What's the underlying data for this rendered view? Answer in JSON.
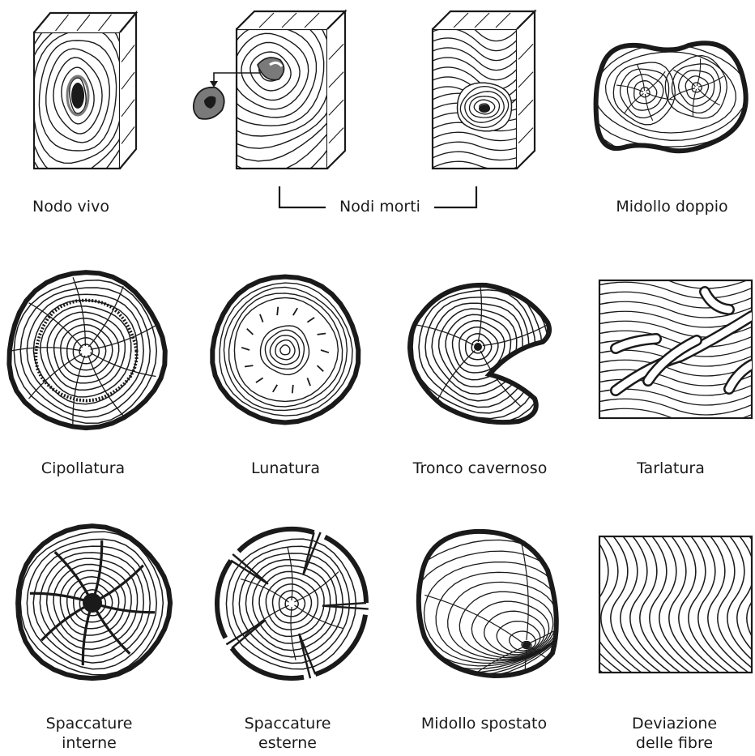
{
  "figure": {
    "labels": {
      "nodo_vivo": "Nodo vivo",
      "nodi_morti": "Nodi morti",
      "midollo_doppio": "Midollo doppio",
      "cipollatura": "Cipollatura",
      "lunatura": "Lunatura",
      "tronco_cavernoso": "Tronco cavernoso",
      "tarlatura": "Tarlatura",
      "spaccature_interne_1": "Spaccature",
      "spaccature_interne_2": "interne",
      "spaccature_esterne_1": "Spaccature",
      "spaccature_esterne_2": "esterne",
      "midollo_spostato": "Midollo spostato",
      "deviazione_1": "Deviazione",
      "deviazione_2": "delle fibre"
    },
    "colors": {
      "ink": "#1a1a1a",
      "knot_grey": "#7a7a7a",
      "paper": "#ffffff"
    }
  }
}
